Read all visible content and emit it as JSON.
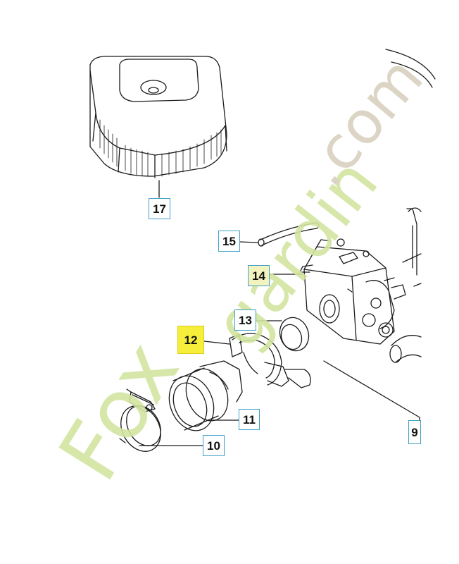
{
  "watermark": {
    "text": "Foxgardin.com",
    "color": "#cfe39b",
    "color_dot": "#d9d1bf"
  },
  "callouts": {
    "c17": "17",
    "c15": "15",
    "c14": "14",
    "c13": "13",
    "c12": "12",
    "c11": "11",
    "c10": "10",
    "c9": "9"
  },
  "highlight": {
    "callout": "12",
    "color": "#f5ef3c"
  },
  "parts": {
    "air_filter": "17",
    "fuel_hose": "15",
    "carburetor": "14",
    "gasket": "13",
    "clamp_bracket": "12",
    "intake_boot": "11",
    "hose_clamp": "10",
    "assembly": "9"
  }
}
